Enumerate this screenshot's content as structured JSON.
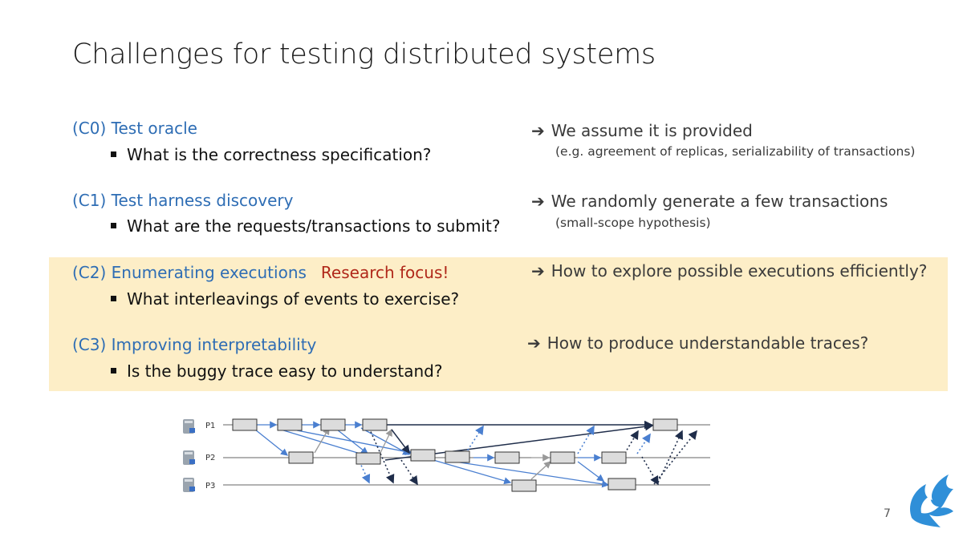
{
  "slide": {
    "title": "Challenges for testing distributed systems",
    "page_number": "7"
  },
  "challenges": [
    {
      "heading": "(C0) Test oracle",
      "bullet": "What is the correctness specification?",
      "answer": "We assume it is provided",
      "note": "(e.g. agreement of replicas, serializability of transactions)"
    },
    {
      "heading": "(C1) Test harness discovery",
      "bullet": "What are the requests/transactions to submit?",
      "answer": "We randomly generate a few transactions",
      "note": "(small-scope hypothesis)"
    },
    {
      "heading": "(C2) Enumerating executions",
      "tag": "Research focus!",
      "bullet": "What interleavings of events to exercise?",
      "answer": "How to explore possible executions efficiently?"
    },
    {
      "heading": "(C3) Improving interpretability",
      "bullet": "Is the buggy trace easy to understand?",
      "answer": "How to produce understandable traces?"
    }
  ],
  "diagram": {
    "processes": [
      "P1",
      "P2",
      "P3"
    ]
  },
  "colors": {
    "heading": "#2e6db4",
    "focus": "#b0281a",
    "highlight": "#fdeec7",
    "arrow_blue": "#4a7fd0",
    "arrow_dark": "#1f2d4a"
  }
}
